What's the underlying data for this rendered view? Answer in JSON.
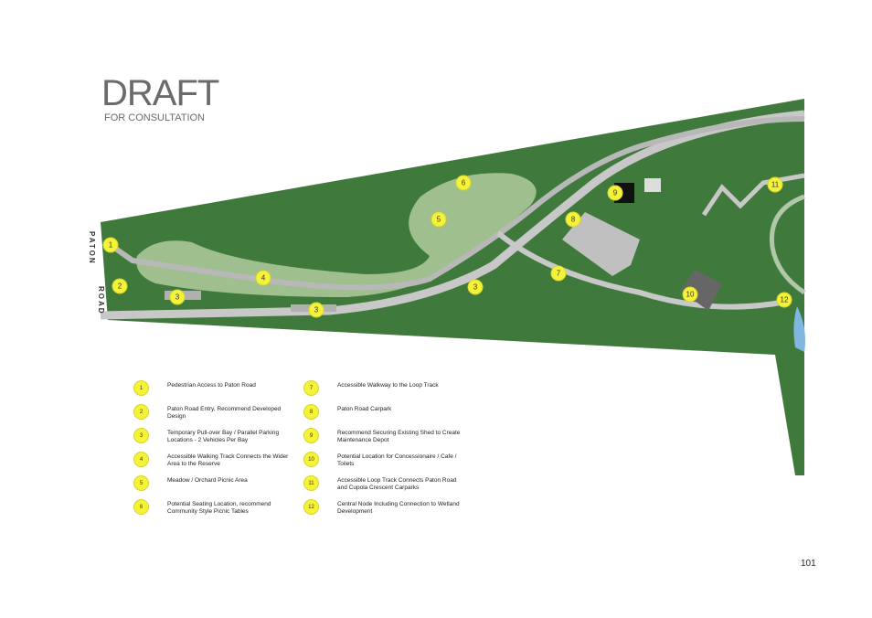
{
  "header": {
    "title": "DRAFT",
    "subtitle": "FOR CONSULTATION"
  },
  "map": {
    "road_label_1": "PATON",
    "road_label_2": "ROAD",
    "colors": {
      "grass": "#3f7a3c",
      "path": "#c8c8c8",
      "meadow": "#9fc08e",
      "marker": "#f5f23a",
      "water": "#7fb7e0"
    },
    "markers": [
      "1",
      "2",
      "3",
      "3",
      "3",
      "4",
      "5",
      "6",
      "7",
      "8",
      "9",
      "10",
      "11",
      "12"
    ]
  },
  "legend": [
    {
      "num": "1",
      "text": "Pedestrian Access to Paton Road"
    },
    {
      "num": "7",
      "text": "Accessible Walkway to the Loop Track"
    },
    {
      "num": "2",
      "text": "Paton Road Entry, Recommend Developed Design"
    },
    {
      "num": "8",
      "text": "Paton Road Carpark"
    },
    {
      "num": "3",
      "text": "Temporary Pull-over Bay / Parallel Parking Locations - 2 Vehicles Per Bay"
    },
    {
      "num": "9",
      "text": "Recommend Securing Existing Shed to Create Maintenance Depot"
    },
    {
      "num": "4",
      "text": "Accessible Walking Track Connects the Wider Area to the Reserve"
    },
    {
      "num": "10",
      "text": "Potential Location for Concessionaire / Cafe / Toilets"
    },
    {
      "num": "5",
      "text": "Meadow / Orchard Picnic Area"
    },
    {
      "num": "11",
      "text": "Accessible Loop Track Connects Paton Road and Cupola Crescent Carparks"
    },
    {
      "num": "6",
      "text": "Potential Seating Location, recommend Community Style Picnic Tables"
    },
    {
      "num": "12",
      "text": "Central Node Including Connection to Wetland Development"
    }
  ],
  "page_number": "101"
}
